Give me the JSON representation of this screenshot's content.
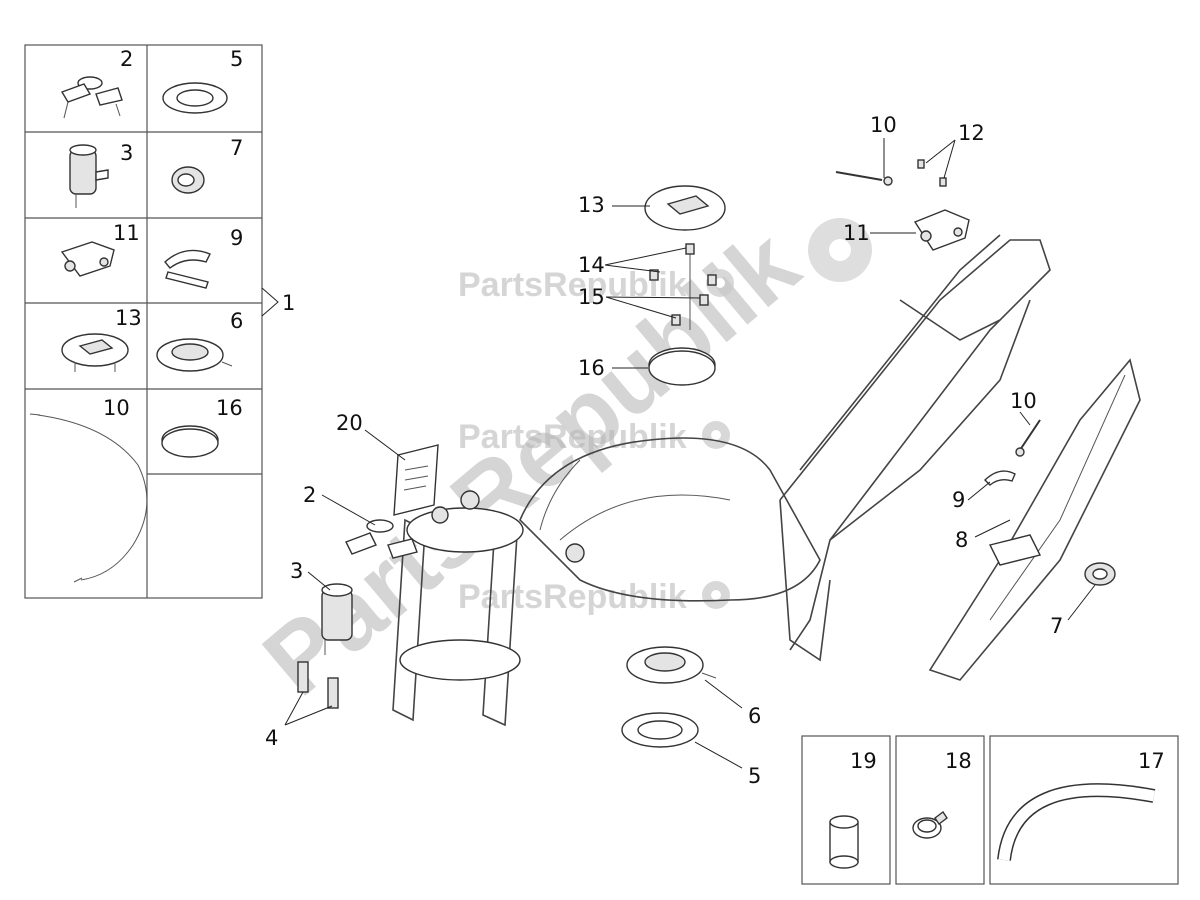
{
  "watermark": {
    "text": "PartsRepublik",
    "color": "#b3b3b3"
  },
  "kit_group": {
    "label": "1",
    "cells": {
      "c2": "2",
      "c5": "5",
      "c3": "3",
      "c7": "7",
      "c11": "11",
      "c9": "9",
      "c13": "13",
      "c6": "6",
      "c10": "10",
      "c16": "16"
    }
  },
  "callouts": {
    "n10_top": "10",
    "n12": "12",
    "n13": "13",
    "n11": "11",
    "n14": "14",
    "n15": "15",
    "n16": "16",
    "n20": "20",
    "n2": "2",
    "n3": "3",
    "n4": "4",
    "n6": "6",
    "n5": "5",
    "n10_right": "10",
    "n9": "9",
    "n8": "8",
    "n7": "7"
  },
  "extras": {
    "n19": "19",
    "n18": "18",
    "n17": "17"
  },
  "icons": [
    "gear-icon",
    "gear-icon",
    "gear-icon",
    "gear-icon"
  ]
}
